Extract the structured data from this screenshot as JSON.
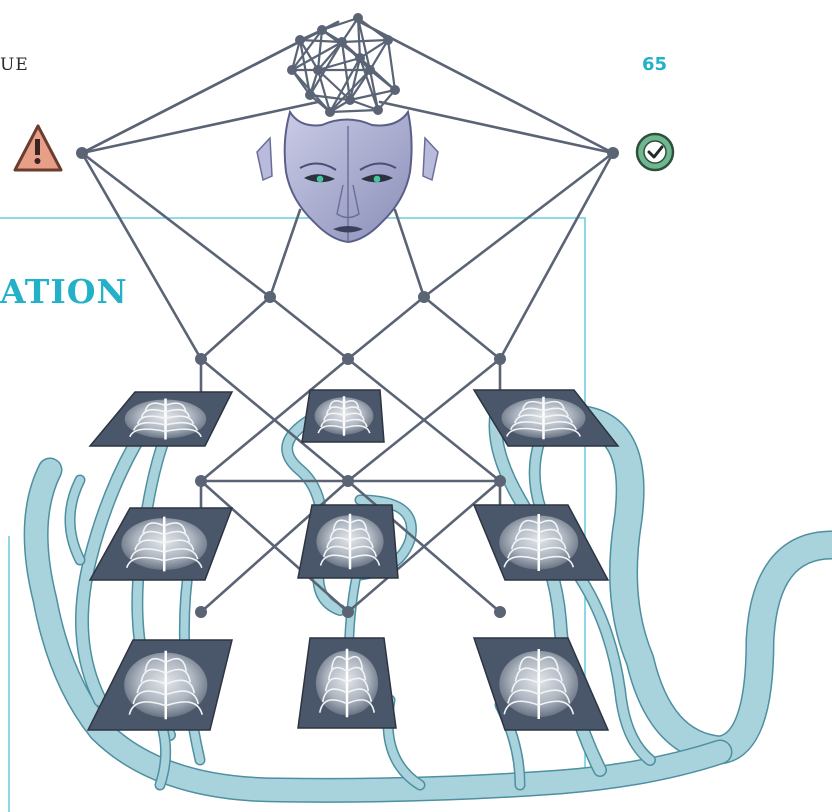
{
  "header": {
    "left_text": "UE",
    "page_number": "65"
  },
  "section": {
    "title_fragment": "ATION"
  },
  "icons": {
    "warning": "warning-triangle-icon",
    "check": "check-circle-icon"
  },
  "colors": {
    "accent": "#22b1c8",
    "network": "#5a6475",
    "vessel": "#a9d3dc",
    "vessel_outline": "#4e8fa0",
    "xray_bg": "#4a5669",
    "warning_fill": "#e89f88",
    "check_fill": "#6fb88f"
  },
  "illustration": {
    "xray_cards": 9,
    "face": "humanoid-face"
  }
}
